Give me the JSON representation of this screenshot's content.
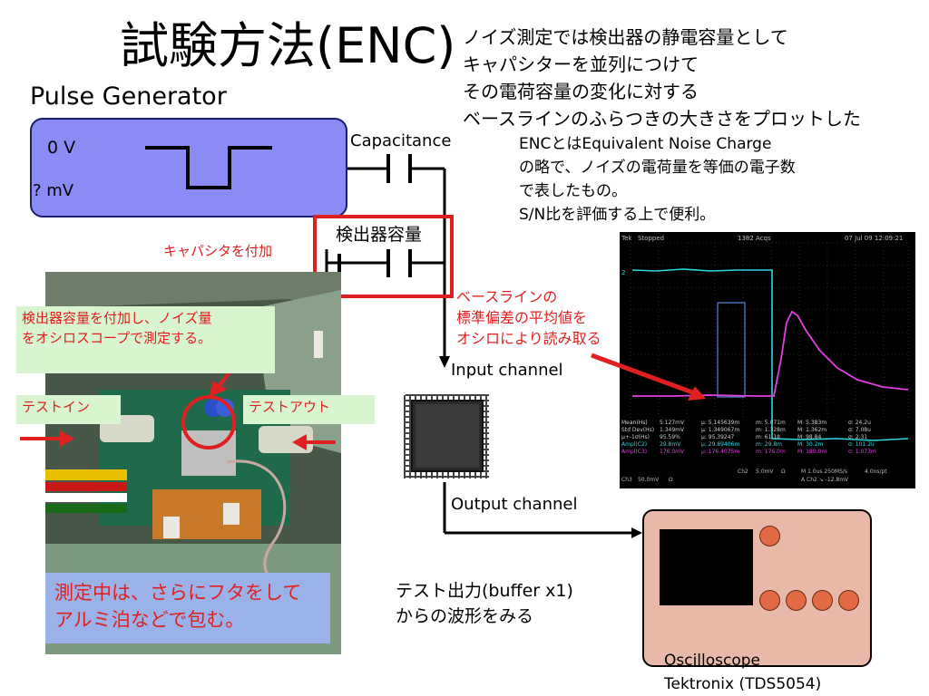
{
  "title": "試験方法(ENC)",
  "intro": [
    "ノイズ測定では検出器の静電容量として",
    "キャパシターを並列につけて",
    "その電荷容量の変化に対する",
    "ベースラインのふらつきの大きさをプロットした"
  ],
  "enc_note": [
    "ENCとはEquivalent Noise Charge",
    "の略で、ノイズの電荷量を等価の電子数",
    "で表したもの。",
    "S/N比を評価する上で便利。"
  ],
  "pulse_generator": {
    "label": "Pulse Generator",
    "high_level": "0 V",
    "low_level": "? mV"
  },
  "capacitance_label": "Capacitance",
  "detector_capacitance_label": "検出器容量",
  "add_capacitor_note": "キャパシタを付加",
  "baseline_note": [
    "ベースラインの",
    "標準偏差の平均値を",
    "オシロにより読み取る"
  ],
  "photo_notes": {
    "main": [
      "検出器容量を付加し、ノイズ量",
      "をオシロスコープで測定する。"
    ],
    "test_in": "テストイン",
    "test_out": "テストアウト",
    "cover": [
      "測定中は、さらにフタをして",
      "アルミ泊などで包む。"
    ]
  },
  "chip": {
    "input_label": "Input channel",
    "output_label": "Output channel"
  },
  "test_output_note": [
    "テスト出力(buffer x1)",
    "からの波形をみる"
  ],
  "oscilloscope": {
    "name_line1": "Oscilloscope",
    "name_line2": "Tektronix (TDS5054)"
  },
  "scope_screenshot": {
    "header": {
      "brand": "Tek",
      "state": "Stopped",
      "acqs": "1382 Acqs",
      "datetime": "07 Jul 09 12:09:21"
    },
    "marker": "2",
    "measurements": [
      [
        "Mean(Hs)",
        "5.127mV",
        "μ: 5.145639m",
        "m: 5.071m",
        "M: 5.383m",
        "σ: 24.2u"
      ],
      [
        "Std Dev(Hs)",
        "1.349mV",
        "μ: 1.349067m",
        "m: 1.328m",
        "M: 1.362m",
        "σ: 7.08u"
      ],
      [
        "μ+-1σ(Hs)",
        "95.59%",
        "μ: 95.39247",
        "m: 61.18",
        "M: 98.84",
        "σ: 2.31"
      ],
      [
        "Ampl(C2)",
        "29.8mV",
        "μ: 29.89406m",
        "m: 29.8m",
        "M: 30.2m",
        "σ: 101.2u"
      ],
      [
        "Ampl(C3)",
        "176.0mV",
        "μ: 176.4075m",
        "m: 176.0m",
        "M: 180.0m",
        "σ: 1.073m"
      ]
    ],
    "footer_left": [
      "Ch3",
      "50.0mV",
      "Ω"
    ],
    "footer_mid": [
      "Ch2",
      "5.0mV",
      "Ω"
    ],
    "footer_right": [
      "M 1.0us 250MS/s",
      "4.0ns/pt",
      "A  Ch2  ↘  -12.8mV"
    ]
  },
  "colors": {
    "pulse_box": "#8b8bf5",
    "highlight_red": "#e02020",
    "note_green": "#d8f5cf",
    "note_blue": "#9ab2e8",
    "scope_box": "#e8b8a8",
    "knob": "#e26a44",
    "trace_cyan": "#2ad8e0",
    "trace_magenta": "#e040e0"
  }
}
